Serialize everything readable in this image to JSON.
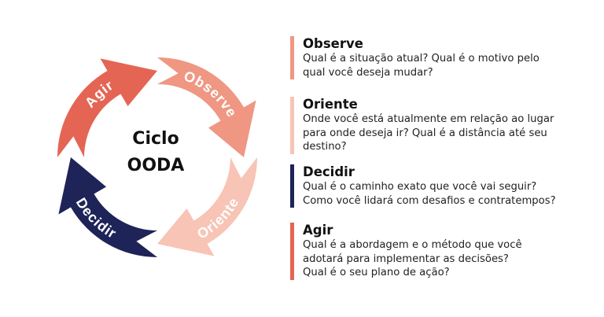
{
  "center": {
    "line1": "Ciclo",
    "line2": "OODA"
  },
  "colors": {
    "observe": "#ef9782",
    "orient": "#f7c4b5",
    "decide": "#1e2358",
    "act": "#e56554"
  },
  "arcs": {
    "observe": "Observe",
    "orient": "Oriente",
    "decide": "Decidir",
    "act": "Agir"
  },
  "items": [
    {
      "title": "Observe",
      "text": "Qual é a situação atual? Qual é o motivo pelo\nqual você deseja mudar?"
    },
    {
      "title": "Oriente",
      "text": "Onde você está atualmente em relação ao lugar\npara onde deseja ir? Qual é a distância até seu\ndestino?"
    },
    {
      "title": "Decidir",
      "text": "Qual é o caminho exato que você vai seguir?\nComo você lidará com desafios e contratempos?"
    },
    {
      "title": "Agir",
      "text": "Qual é a abordagem e o método que você\nadotará para implementar as decisões?\nQual é o seu plano de ação?"
    }
  ]
}
